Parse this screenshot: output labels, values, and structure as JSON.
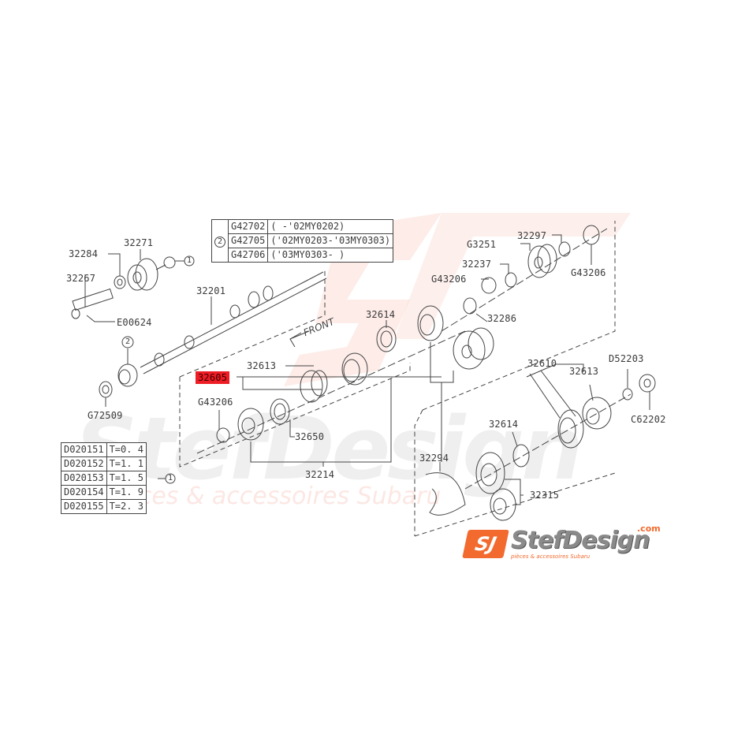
{
  "watermark": {
    "brand": "StefDesign",
    "tagline": "pièces & accessoires Subaru"
  },
  "logo": {
    "badge": "SJ",
    "name": "StefDesign",
    "domain": ".com",
    "tagline": "pièces & accessoires Subaru",
    "accent_color": "#f26a2e"
  },
  "highlight_color": "#ee1c24",
  "front_label": "FRONT",
  "variant_table": {
    "ref": "2",
    "rows": [
      {
        "part": "G42702",
        "range": "(     -'02MY0202)"
      },
      {
        "part": "G42705",
        "range": "('02MY0203-'03MY0303)"
      },
      {
        "part": "G42706",
        "range": "('03MY0303-      )"
      }
    ]
  },
  "shim_table": {
    "ref": "1",
    "rows": [
      {
        "part": "D020151",
        "thickness": "T=0. 4"
      },
      {
        "part": "D020152",
        "thickness": "T=1. 1"
      },
      {
        "part": "D020153",
        "thickness": "T=1. 5"
      },
      {
        "part": "D020154",
        "thickness": "T=1. 9"
      },
      {
        "part": "D020155",
        "thickness": "T=2. 3"
      }
    ]
  },
  "parts": {
    "p32284": "32284",
    "p32271": "32271",
    "p32267": "32267",
    "pE00624": "E00624",
    "p32201": "32201",
    "p32605": "32605",
    "pG72509": "G72509",
    "pG43206a": "G43206",
    "p32650": "32650",
    "p32214": "32214",
    "p32613a": "32613",
    "p32614a": "32614",
    "pG3251": "G3251",
    "p32297": "32297",
    "p32237": "32237",
    "pG43206b": "G43206",
    "pG43206c": "G43206",
    "p32286": "32286",
    "p32610": "32610",
    "p32613b": "32613",
    "pD52203": "D52203",
    "pC62202": "C62202",
    "p32614b": "32614",
    "p32294": "32294",
    "p32315": "32315"
  },
  "callouts": {
    "one": "1",
    "two": "2"
  }
}
